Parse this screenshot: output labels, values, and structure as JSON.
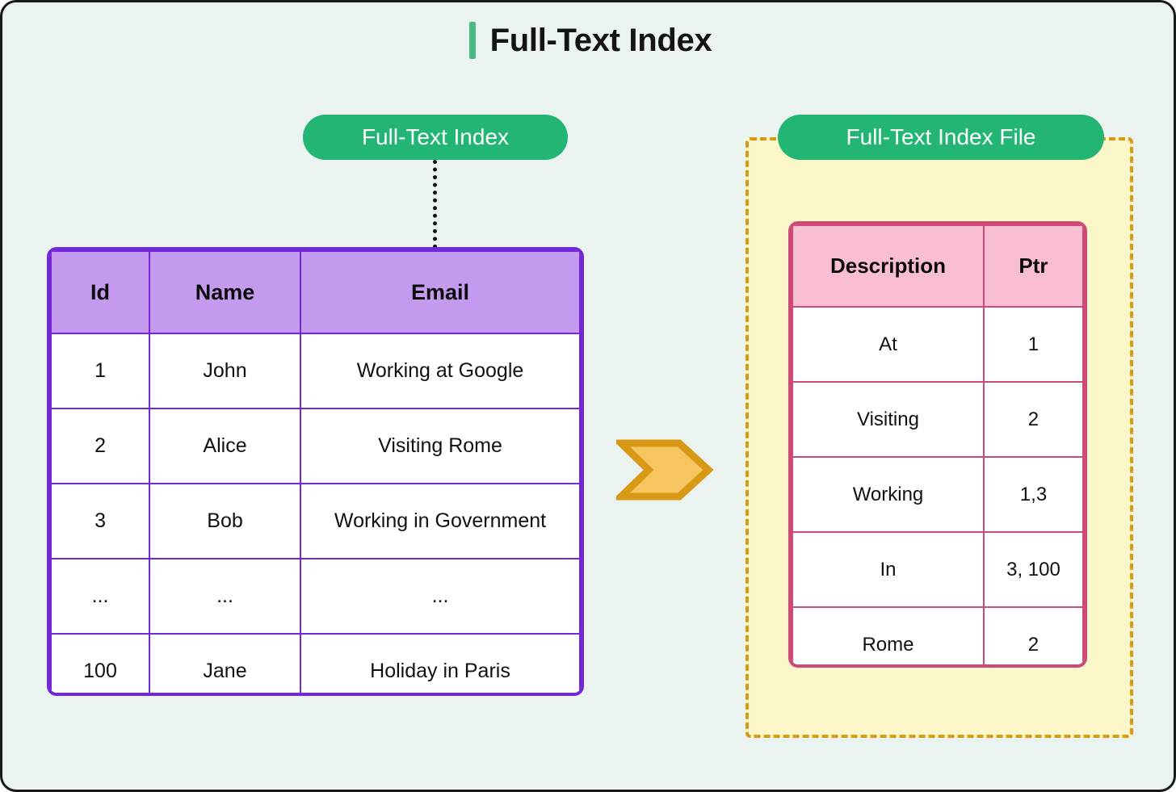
{
  "page": {
    "title": "Full-Text Index",
    "background_color": "#eaf3ef",
    "accent_color": "#4cb982"
  },
  "labels": {
    "source_pill": "Full-Text Index",
    "index_file_pill": "Full-Text Index File"
  },
  "connector": {
    "style": "dotted",
    "color": "#111111"
  },
  "arrow": {
    "name": "flow-arrow",
    "direction": "right",
    "fill": "#f7c55f",
    "stroke": "#d89a16"
  },
  "users_table": {
    "name": "users-table",
    "header_color": "#c49aee",
    "border_color": "#7228d4",
    "columns": [
      "Id",
      "Name",
      "Email"
    ],
    "rows": [
      {
        "id": "1",
        "name": "John",
        "email": "Working at Google"
      },
      {
        "id": "2",
        "name": "Alice",
        "email": "Visiting Rome"
      },
      {
        "id": "3",
        "name": "Bob",
        "email": "Working in Government"
      },
      {
        "id": "...",
        "name": "...",
        "email": "..."
      },
      {
        "id": "100",
        "name": "Jane",
        "email": "Holiday in Paris"
      }
    ]
  },
  "index_table": {
    "name": "index-table",
    "header_color": "#f9bed4",
    "border_color": "#cc4a77",
    "container_fill": "#fcf7c9",
    "container_border": "#d89a16",
    "columns": [
      "Description",
      "Ptr"
    ],
    "rows": [
      {
        "description": "At",
        "ptr": "1"
      },
      {
        "description": "Visiting",
        "ptr": "2"
      },
      {
        "description": "Working",
        "ptr": "1,3"
      },
      {
        "description": "In",
        "ptr": "3, 100"
      },
      {
        "description": "Rome",
        "ptr": "2"
      }
    ]
  }
}
